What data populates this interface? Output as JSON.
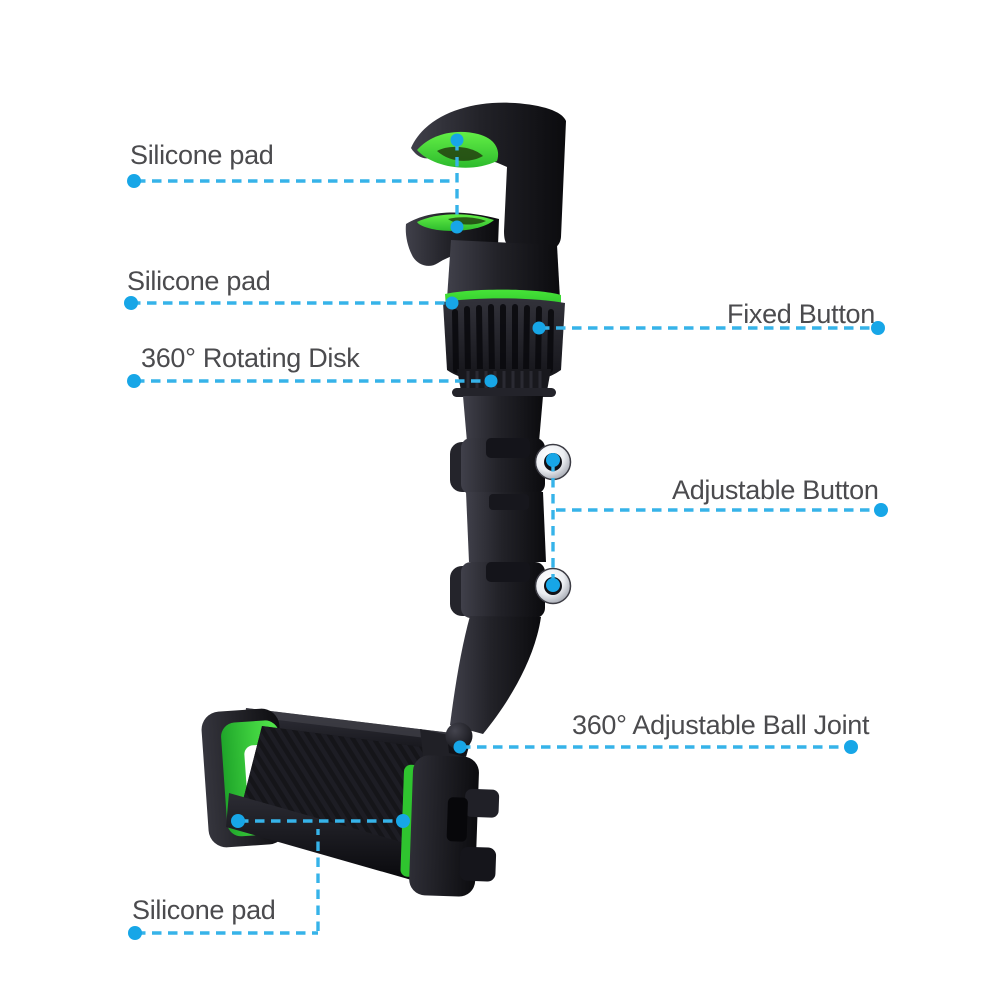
{
  "callouts": {
    "silicone_pad_top": "Silicone pad",
    "silicone_pad_mid": "Silicone pad",
    "rotating_disk": "360° Rotating Disk",
    "fixed_button": "Fixed Button",
    "adjustable_button": "Adjustable Button",
    "ball_joint": "360° Adjustable Ball Joint",
    "silicone_pad_bottom": "Silicone pad"
  },
  "colors": {
    "callout_blue_line": "#36b3e9",
    "callout_blue_dot": "#17a6e7",
    "accent_green": "#35cf35",
    "product_body_black": "#1c1c21",
    "label_text": "#4b4b4e",
    "background": "#ffffff"
  }
}
